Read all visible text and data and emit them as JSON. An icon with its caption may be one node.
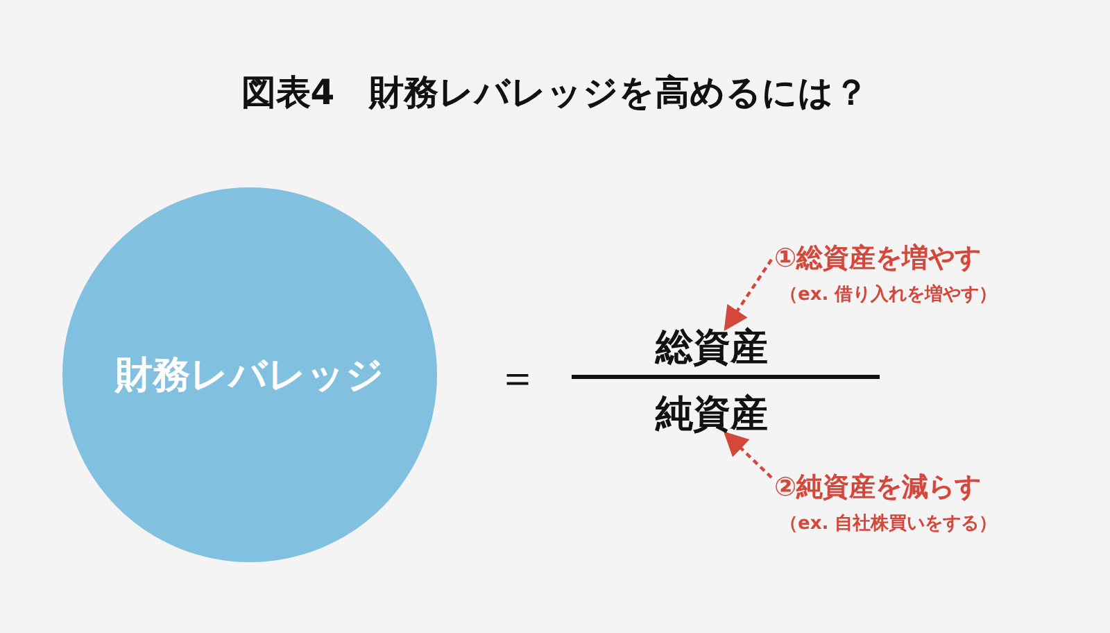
{
  "diagram": {
    "title": "図表4　財務レバレッジを高めるには？",
    "nodes": [
      {
        "text": [
          "財務レバレッジ"
        ]
      },
      {
        "text": [
          "総資産"
        ]
      },
      {
        "text": [
          "純資産"
        ]
      },
      {
        "text": [
          "①総資産を増やす",
          "（ex. 借り入れを増やす）"
        ]
      },
      {
        "text": [
          "②純資産を減らす",
          "（ex. 自社株買いをする）"
        ]
      }
    ],
    "edges": [
      {
        "from": 3,
        "to": 1,
        "arrow": "to",
        "style": "dashed"
      },
      {
        "from": 4,
        "to": 2,
        "arrow": "to",
        "style": "dashed"
      }
    ],
    "labels": [
      "＝"
    ]
  }
}
